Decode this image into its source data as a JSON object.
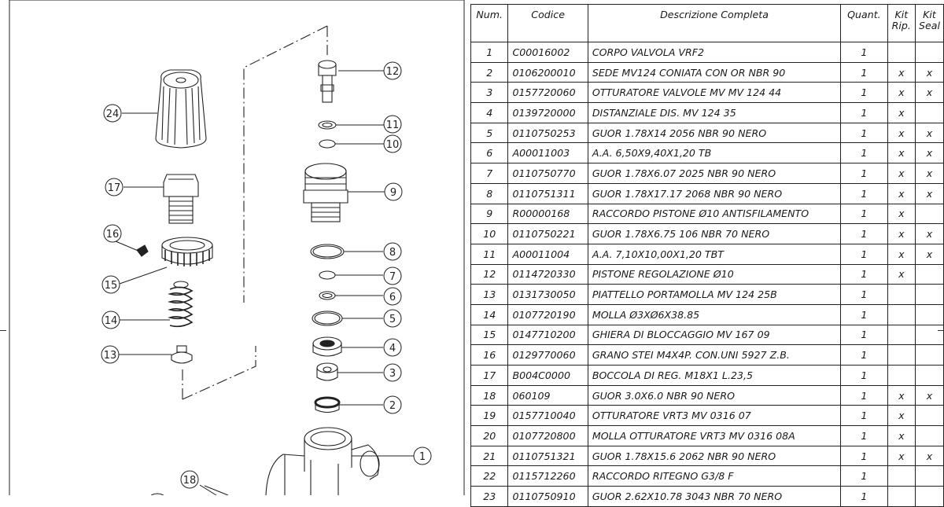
{
  "table": {
    "headers": {
      "num": "Num.",
      "code": "Codice",
      "desc": "Descrizione Completa",
      "qty": "Quant.",
      "kit_line1": "Kit",
      "kit_line2": "Rip.",
      "seal_line1": "Kit",
      "seal_line2": "Seal"
    },
    "rows": [
      {
        "num": "1",
        "code": "C00016002",
        "desc": "CORPO VALVOLA VRF2",
        "qty": "1",
        "kit": "",
        "seal": ""
      },
      {
        "num": "2",
        "code": "0106200010",
        "desc": "SEDE MV124 CONIATA CON OR NBR 90",
        "qty": "1",
        "kit": "x",
        "seal": "x"
      },
      {
        "num": "3",
        "code": "0157720060",
        "desc": "OTTURATORE VALVOLE MV MV 124 44",
        "qty": "1",
        "kit": "x",
        "seal": "x"
      },
      {
        "num": "4",
        "code": "0139720000",
        "desc": "DISTANZIALE DIS. MV 124 35",
        "qty": "1",
        "kit": "x",
        "seal": ""
      },
      {
        "num": "5",
        "code": "0110750253",
        "desc": "GUOR 1.78X14 2056 NBR 90 NERO",
        "qty": "1",
        "kit": "x",
        "seal": "x"
      },
      {
        "num": "6",
        "code": "A00011003",
        "desc": "A.A. 6,50X9,40X1,20 TB",
        "qty": "1",
        "kit": "x",
        "seal": "x"
      },
      {
        "num": "7",
        "code": "0110750770",
        "desc": "GUOR 1.78X6.07 2025 NBR 90 NERO",
        "qty": "1",
        "kit": "x",
        "seal": "x"
      },
      {
        "num": "8",
        "code": "0110751311",
        "desc": "GUOR 1.78X17.17 2068 NBR 90 NERO",
        "qty": "1",
        "kit": "x",
        "seal": "x"
      },
      {
        "num": "9",
        "code": "R00000168",
        "desc": "RACCORDO PISTONE Ø10 ANTISFILAMENTO",
        "qty": "1",
        "kit": "x",
        "seal": ""
      },
      {
        "num": "10",
        "code": "0110750221",
        "desc": "GUOR 1.78X6.75 106 NBR 70 NERO",
        "qty": "1",
        "kit": "x",
        "seal": "x"
      },
      {
        "num": "11",
        "code": "A00011004",
        "desc": "A.A. 7,10X10,00X1,20 TBT",
        "qty": "1",
        "kit": "x",
        "seal": "x"
      },
      {
        "num": "12",
        "code": "0114720330",
        "desc": "PISTONE REGOLAZIONE Ø10",
        "qty": "1",
        "kit": "x",
        "seal": ""
      },
      {
        "num": "13",
        "code": "0131730050",
        "desc": "PIATTELLO PORTAMOLLA MV 124 25B",
        "qty": "1",
        "kit": "",
        "seal": ""
      },
      {
        "num": "14",
        "code": "0107720190",
        "desc": "MOLLA Ø3XØ6X38.85",
        "qty": "1",
        "kit": "",
        "seal": ""
      },
      {
        "num": "15",
        "code": "0147710200",
        "desc": "GHIERA DI BLOCCAGGIO MV 167 09",
        "qty": "1",
        "kit": "",
        "seal": ""
      },
      {
        "num": "16",
        "code": "0129770060",
        "desc": "GRANO STEI M4X4P. CON.UNI 5927 Z.B.",
        "qty": "1",
        "kit": "",
        "seal": ""
      },
      {
        "num": "17",
        "code": "B004C0000",
        "desc": "BOCCOLA DI REG. M18X1 L.23,5",
        "qty": "1",
        "kit": "",
        "seal": ""
      },
      {
        "num": "18",
        "code": "060109",
        "desc": "GUOR 3.0X6.0 NBR 90 NERO",
        "qty": "1",
        "kit": "x",
        "seal": "x"
      },
      {
        "num": "19",
        "code": "0157710040",
        "desc": "OTTURATORE VRT3 MV 0316 07",
        "qty": "1",
        "kit": "x",
        "seal": ""
      },
      {
        "num": "20",
        "code": "0107720800",
        "desc": "MOLLA OTTURATORE VRT3 MV 0316 08A",
        "qty": "1",
        "kit": "x",
        "seal": ""
      },
      {
        "num": "21",
        "code": "0110751321",
        "desc": "GUOR 1.78X15.6 2062 NBR 90 NERO",
        "qty": "1",
        "kit": "x",
        "seal": "x"
      },
      {
        "num": "22",
        "code": "0115712260",
        "desc": "RACCORDO RITEGNO G3/8 F",
        "qty": "1",
        "kit": "",
        "seal": ""
      },
      {
        "num": "23",
        "code": "0110750910",
        "desc": "GUOR 2.62X10.78 3043 NBR 70 NERO",
        "qty": "1",
        "kit": "",
        "seal": ""
      }
    ]
  },
  "callouts": [
    "1",
    "2",
    "3",
    "4",
    "5",
    "6",
    "7",
    "8",
    "9",
    "10",
    "11",
    "12",
    "13",
    "14",
    "15",
    "16",
    "17",
    "18",
    "24"
  ],
  "colors": {
    "line": "#222222",
    "paper": "#ffffff"
  }
}
